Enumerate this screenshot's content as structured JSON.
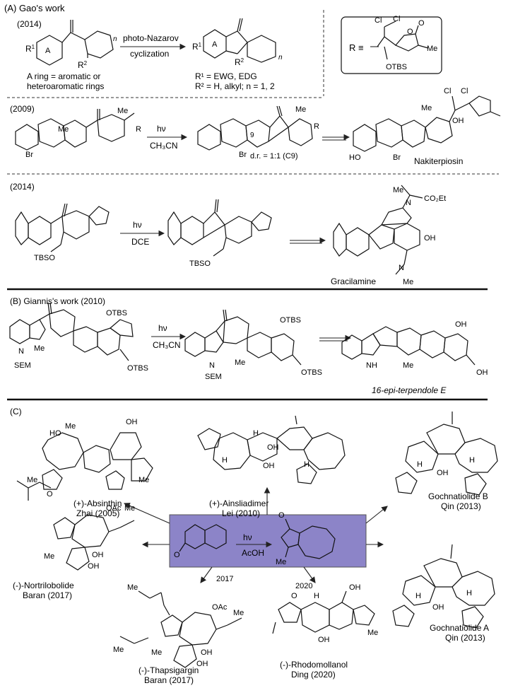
{
  "section_a": {
    "label": "(A) Gao's work",
    "row1": {
      "year": "(2014)",
      "sub_r1": "R",
      "sub_r1_sup": "1",
      "ring_a": "A",
      "sub_r2": "R",
      "sub_r2_sup": "2",
      "sub_n": "n",
      "conditions_top": "photo-Nazarov",
      "conditions_bottom": "cyclization",
      "caption_left_1": "A ring = aromatic or",
      "caption_left_2": "heteroaromatic rings",
      "caption_right_1": "R¹ = EWG, EDG",
      "caption_right_2": "R² = H, alkyl; n = 1, 2",
      "rgroup_label": "R ≡",
      "rgroup_cl1": "Cl",
      "rgroup_cl2": "Cl",
      "rgroup_o1": "O",
      "rgroup_o2": "O",
      "rgroup_me": "Me",
      "rgroup_otbs": "OTBS"
    },
    "row2": {
      "year": "(2009)",
      "atom_me1": "Me",
      "atom_me2": "Me",
      "atom_r": "R",
      "atom_br": "Br",
      "conditions_top": "hν",
      "conditions_bottom": "CH₃CN",
      "atom_9": "9",
      "dr": "d.r. = 1:1 (C9)",
      "product_name": "Nakiterpiosin",
      "atom_oh": "OH",
      "atom_ho": "HO"
    },
    "row3": {
      "year": "(2014)",
      "atom_tbso": "TBSO",
      "conditions_top": "hν",
      "conditions_bottom": "DCE",
      "atom_co2et": "CO₂Et",
      "atom_oh": "OH",
      "atom_n": "N",
      "atom_me": "Me",
      "product_name": "Gracilamine"
    }
  },
  "section_b": {
    "label": "(B) Giannis's work (2010)",
    "atom_otbs": "OTBS",
    "atom_me": "Me",
    "atom_n": "N",
    "atom_sem": "SEM",
    "atom_oh": "OH",
    "atom_h": "H",
    "conditions_top": "hν",
    "conditions_bottom": "CH₃CN",
    "product_name": "16-epi-terpendole E"
  },
  "section_c": {
    "label": "(C)",
    "center_conditions_top": "hν",
    "center_conditions_bottom": "AcOH",
    "center_atom_o": "O",
    "center_atom_me": "Me",
    "year_2017": "2017",
    "year_2020": "2020",
    "products": {
      "absinthin": "(+)-Absinthin",
      "absinthin_ref": "Zhai (2005)",
      "ainsliadimer": "(+)-Ainsliadimer",
      "ainsliadimer_ref": "Lei (2010)",
      "gochnatiolide_b": "Gochnatiolide B",
      "gochnatiolide_b_ref": "Qin (2013)",
      "nortrilobolide": "(-)-Nortrilobolide",
      "nortrilobolide_ref": "Baran (2017)",
      "thapsigargin": "(-)-Thapsigargin",
      "thapsigargin_ref": "Baran (2017)",
      "rhodomollanol": "(-)-Rhodomollanol",
      "rhodomollanol_ref": "Ding (2020)",
      "gochnatiolide_a": "Gochnatiolide A",
      "gochnatiolide_a_ref": "Qin (2013)"
    },
    "atoms": {
      "me": "Me",
      "oh": "OH",
      "h": "H",
      "oac": "OAc",
      "o": "O",
      "ho": "HO"
    }
  },
  "colors": {
    "center_box": "#8c84c8",
    "ink": "#111111"
  }
}
